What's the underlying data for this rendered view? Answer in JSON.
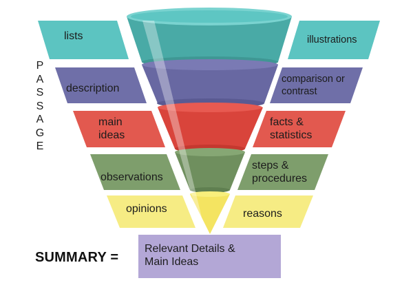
{
  "side_label_letters": [
    "P",
    "A",
    "S",
    "S",
    "A",
    "G",
    "E"
  ],
  "left_bands": [
    {
      "lines": [
        "lists"
      ]
    },
    {
      "lines": [
        "description"
      ]
    },
    {
      "lines": [
        "main",
        "ideas"
      ]
    },
    {
      "lines": [
        "observations"
      ]
    },
    {
      "lines": [
        "opinions"
      ]
    }
  ],
  "right_bands": [
    {
      "lines": [
        "illustrations"
      ]
    },
    {
      "lines": [
        "comparison or",
        "contrast"
      ]
    },
    {
      "lines": [
        "facts &",
        "statistics"
      ]
    },
    {
      "lines": [
        "steps &",
        "procedures"
      ]
    },
    {
      "lines": [
        "reasons"
      ]
    }
  ],
  "summary": {
    "label": "SUMMARY =",
    "lines": [
      "Relevant Details &",
      "Main Ideas"
    ]
  },
  "colors": {
    "teal": "#5cc4c1",
    "blue_purple": "#6f6fa8",
    "red": "#e2594f",
    "green": "#7e9e6c",
    "yellow": "#f6ec84",
    "lavender": "#b3a7d6"
  }
}
